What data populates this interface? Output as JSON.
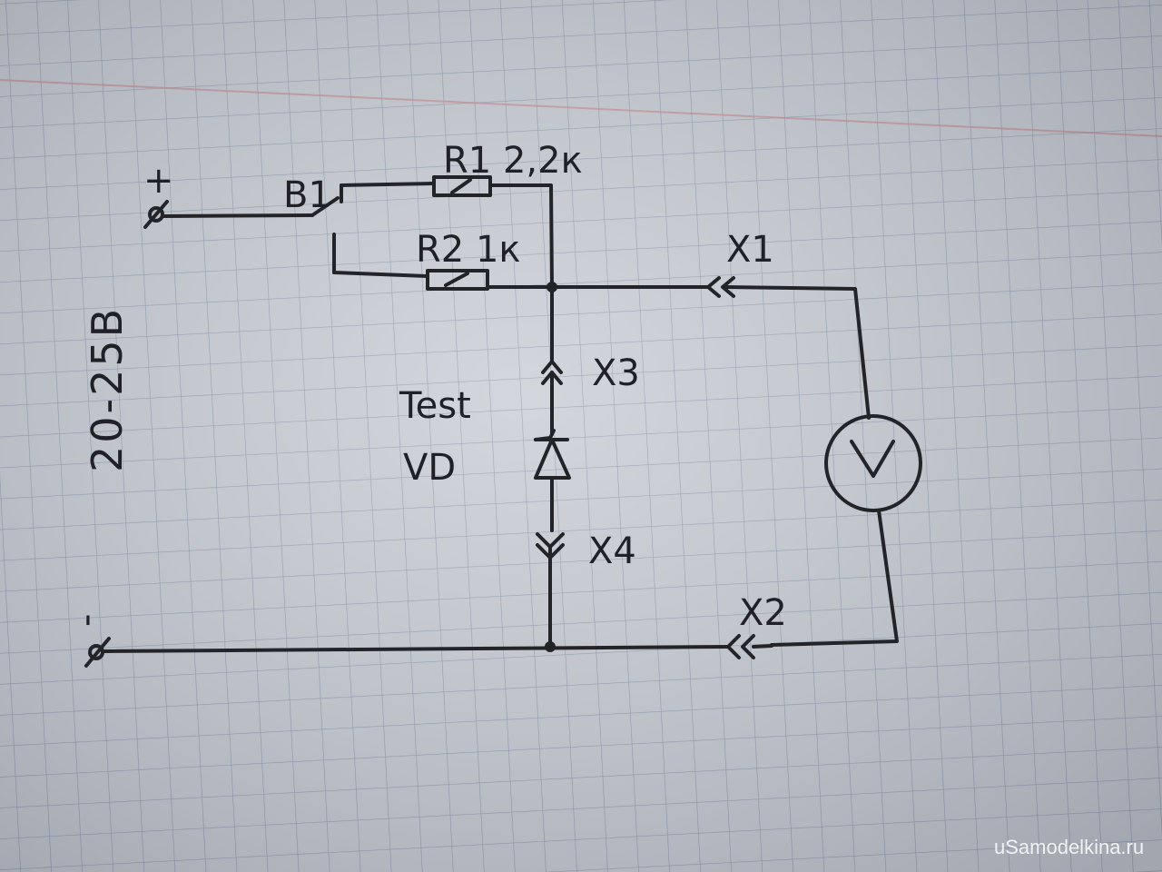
{
  "diagram": {
    "supply": {
      "plus_label": "+",
      "minus_label": "-",
      "voltage_label": "20-25В"
    },
    "switch": {
      "label": "В1"
    },
    "resistors": [
      {
        "label": "R1 2,2к"
      },
      {
        "label": "R2 1к"
      }
    ],
    "connectors": [
      {
        "label": "X1"
      },
      {
        "label": "X2"
      },
      {
        "label": "X3"
      },
      {
        "label": "X4"
      }
    ],
    "device_under_test": {
      "line1": "Test",
      "line2": "VD"
    },
    "voltmeter": {
      "symbol": "V"
    }
  },
  "watermark": "uSamodelkina.ru",
  "colors": {
    "paper": "#c9cdd4",
    "grid": "#7d8aa3",
    "ink": "#222428",
    "margin_line": "#c9898c"
  }
}
